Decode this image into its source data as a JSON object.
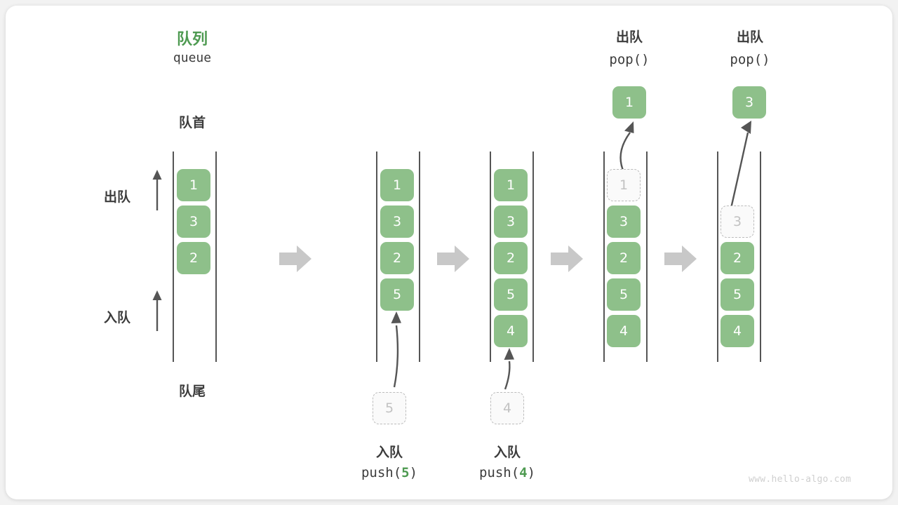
{
  "diagram": {
    "title_cn": "队列",
    "title_en": "queue",
    "head_label": "队首",
    "tail_label": "队尾",
    "dequeue_label": "出队",
    "enqueue_label": "入队",
    "watermark": "www.hello-algo.com"
  },
  "icons": {
    "flow_arrow": "right-flow-arrow",
    "up_arrow": "up-arrow",
    "curve_arrow": "curved-arrow"
  },
  "colors": {
    "green": "#8ec08a",
    "green_text": "#4e9a51",
    "ghost_border": "#bcbcbc",
    "ghost_text": "#c2c2c2",
    "rail": "#555555",
    "flow_arrow": "#c8c8c8",
    "card": "#ffffff",
    "background": "#f2f2f2"
  },
  "stages": [
    {
      "id": "initial",
      "header_cn": "队列",
      "header_mono": "queue",
      "items": [
        "1",
        "3",
        "2"
      ],
      "ghost_index": -1,
      "caption_cn": "",
      "caption_mono": "",
      "caption_arg": "",
      "incoming": null,
      "popped": null
    },
    {
      "id": "push-5",
      "header_cn": "",
      "header_mono": "",
      "items": [
        "1",
        "3",
        "2",
        "5"
      ],
      "ghost_index": -1,
      "caption_cn": "入队",
      "caption_mono": "push(",
      "caption_arg": "5",
      "caption_mono_end": ")",
      "incoming": "5",
      "popped": null
    },
    {
      "id": "push-4",
      "header_cn": "",
      "header_mono": "",
      "items": [
        "1",
        "3",
        "2",
        "5",
        "4"
      ],
      "ghost_index": -1,
      "caption_cn": "入队",
      "caption_mono": "push(",
      "caption_arg": "4",
      "caption_mono_end": ")",
      "incoming": "4",
      "popped": null
    },
    {
      "id": "pop-1",
      "header_cn": "出队",
      "header_mono": "pop()",
      "items": [
        "1",
        "3",
        "2",
        "5",
        "4"
      ],
      "ghost_index": 0,
      "caption_cn": "",
      "caption_mono": "",
      "caption_arg": "",
      "incoming": null,
      "popped": "1"
    },
    {
      "id": "pop-3",
      "header_cn": "出队",
      "header_mono": "pop()",
      "items": [
        "3",
        "2",
        "5",
        "4"
      ],
      "ghost_index": 0,
      "caption_cn": "",
      "caption_mono": "",
      "caption_arg": "",
      "incoming": null,
      "popped": "3"
    }
  ]
}
